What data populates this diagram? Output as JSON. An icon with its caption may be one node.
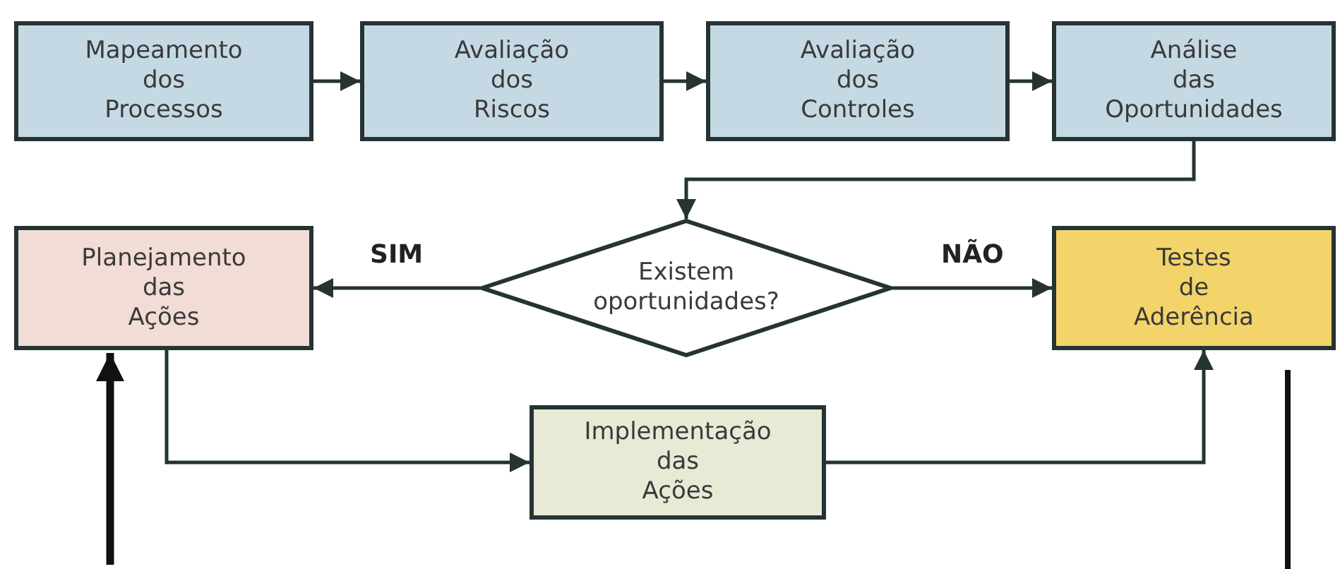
{
  "diagram": {
    "nodes": [
      {
        "text": [
          "Mapeamento dos Processos"
        ]
      },
      {
        "text": [
          "Avaliação dos Riscos"
        ]
      },
      {
        "text": [
          "Avaliação dos Controles"
        ]
      },
      {
        "text": [
          "Análise das Oportunidades"
        ]
      },
      {
        "text": [
          "Planejamento das Ações"
        ]
      },
      {
        "text": [
          "Existem oportunidades?"
        ]
      },
      {
        "text": [
          "Testes de Aderência"
        ]
      },
      {
        "text": [
          "Implementação das Ações"
        ]
      }
    ],
    "edges": [
      {
        "from": 0,
        "to": 1,
        "arrow": "to"
      },
      {
        "from": 1,
        "to": 2,
        "arrow": "to"
      },
      {
        "from": 2,
        "to": 3,
        "arrow": "to"
      },
      {
        "from": 3,
        "to": 5,
        "arrow": "to"
      },
      {
        "from": 5,
        "to": 4,
        "label": "SIM",
        "arrow": "to"
      },
      {
        "from": 5,
        "to": 6,
        "label": "NÃO",
        "arrow": "to"
      },
      {
        "from": 4,
        "to": 7,
        "arrow": "to"
      },
      {
        "from": 7,
        "to": 6,
        "arrow": "to"
      },
      {
        "from": null,
        "to": 4,
        "arrow": "to",
        "style": "thick",
        "color": "#111111"
      }
    ]
  }
}
